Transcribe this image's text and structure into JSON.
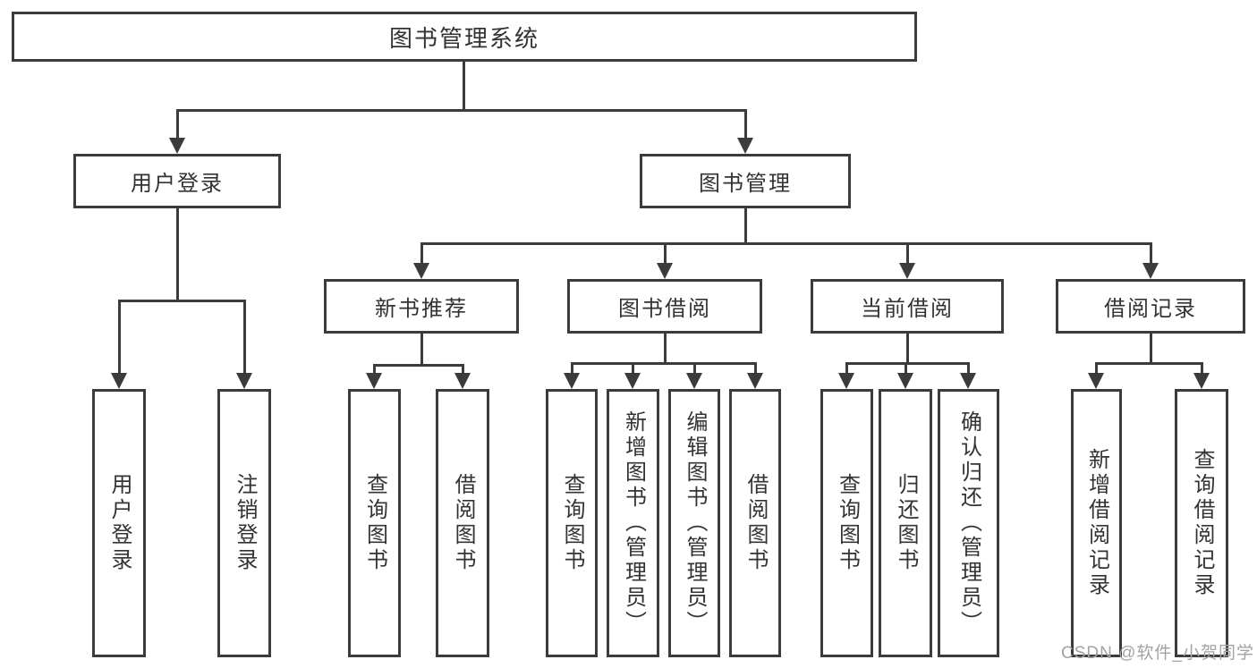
{
  "diagram": {
    "root": {
      "label": "图书管理系统"
    },
    "level2": [
      {
        "label": "用户登录"
      },
      {
        "label": "图书管理"
      }
    ],
    "level3": [
      {
        "label": "新书推荐"
      },
      {
        "label": "图书借阅"
      },
      {
        "label": "当前借阅"
      },
      {
        "label": "借阅记录"
      }
    ],
    "leaves": {
      "user_login": [
        "用户登录",
        "注销登录"
      ],
      "new_book": [
        "查询图书",
        "借阅图书"
      ],
      "book_borrow": [
        "查询图书",
        "新增图书（管理员）",
        "编辑图书（管理员）",
        "借阅图书"
      ],
      "current_borrow": [
        "查询图书",
        "归还图书",
        "确认归还（管理员）"
      ],
      "borrow_record": [
        "新增借阅记录",
        "查询借阅记录"
      ]
    }
  },
  "watermark": "CSDN @软件_小贺同学",
  "colors": {
    "line": "#3b3b3b",
    "text": "#333333",
    "watermark": "#a3a3a3",
    "background": "#ffffff"
  }
}
